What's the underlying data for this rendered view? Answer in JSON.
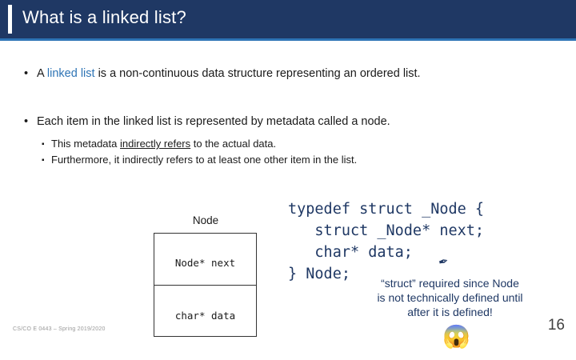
{
  "slide": {
    "title": "What is a linked list?",
    "accent_color": "#1f3864",
    "underline_color": "#2e74b5",
    "bullets": [
      {
        "level": 1,
        "marker": "•",
        "pre": "A ",
        "keyword": "linked list",
        "post": " is a non-continuous data structure representing an ordered list."
      },
      {
        "level": 1,
        "marker": "•",
        "pre": "Each item in the linked list is represented by metadata called a node.",
        "keyword": "",
        "post": ""
      },
      {
        "level": 2,
        "marker": "▪",
        "pre": "This metadata ",
        "underlined": "indirectly refers",
        "post": " to the actual data."
      },
      {
        "level": 2,
        "marker": "▪",
        "pre": "Furthermore, it indirectly refers to at least one other item in the list.",
        "underlined": "",
        "post": ""
      }
    ],
    "diagram": {
      "label": "Node",
      "cells": [
        "Node* next",
        "char* data"
      ]
    },
    "code": {
      "lines": [
        "typedef struct _Node {",
        "   struct _Node* next;",
        "   char* data;",
        "} Node;"
      ],
      "text": "typedef struct _Node {\n   struct _Node* next;\n   char* data;\n} Node;"
    },
    "annotation": {
      "text": "“struct” required since Node is not technically defined until after it is defined!",
      "pen_icon": "✒",
      "emoji_icon": "😱"
    },
    "footer": {
      "course": "CS/CO E 0443 – Spring 2019/2020",
      "slide_number": "16"
    }
  }
}
